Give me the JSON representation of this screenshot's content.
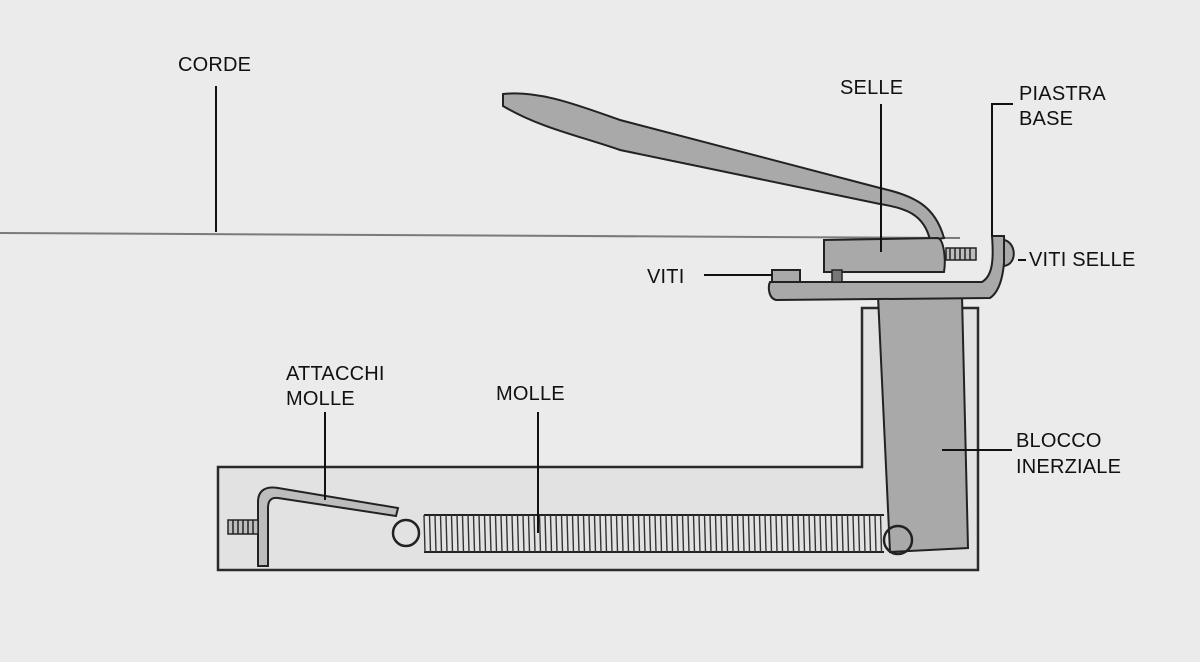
{
  "labels": {
    "corde": "CORDE",
    "selle": "SELLE",
    "piastra_base_line1": "PIASTRA",
    "piastra_base_line2": "BASE",
    "viti": "VITI",
    "viti_selle": "VITI SELLE",
    "attacchi_molle_line1": "ATTACCHI",
    "attacchi_molle_line2": "MOLLE",
    "molle": "MOLLE",
    "blocco_inerziale_line1": "BLOCCO",
    "blocco_inerziale_line2": "INERZIALE"
  },
  "colors": {
    "background": "#ebebeb",
    "cavity_fill": "#e2e2e2",
    "part_fill": "#a9a9a9",
    "outline": "#222222",
    "string": "#7a7a7a"
  }
}
